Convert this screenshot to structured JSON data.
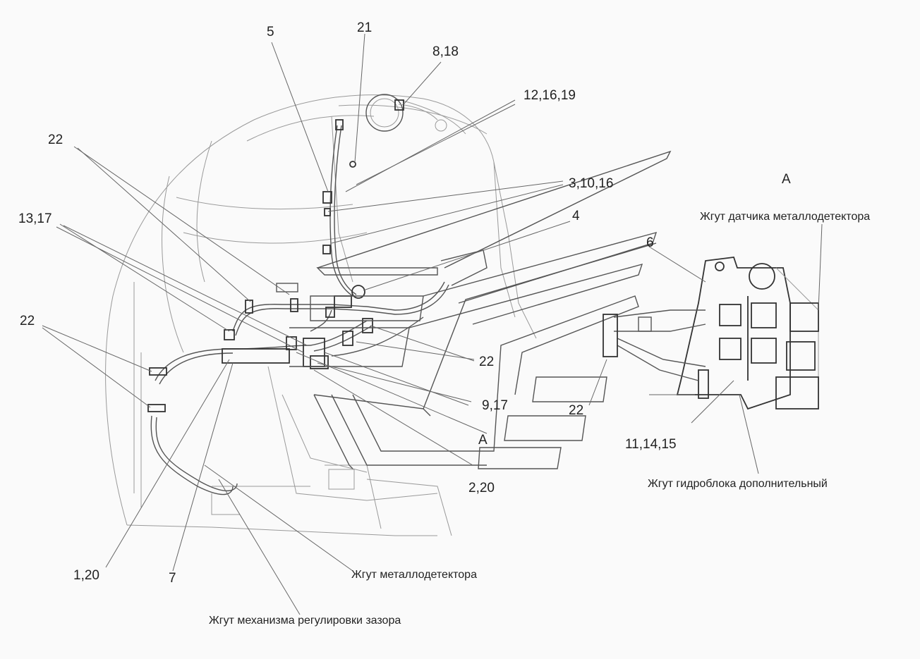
{
  "callouts": {
    "c5": "5",
    "c21": "21",
    "c8_18": "8,18",
    "c12_16_19": "12,16,19",
    "c22_top": "22",
    "c3_10_16": "3,10,16",
    "c13_17": "13,17",
    "c4": "4",
    "c6": "6",
    "c22_left": "22",
    "c22_mid": "22",
    "c9_17": "9,17",
    "c22_right": "22",
    "cA_view": "А",
    "c11_14_15": "11,14,15",
    "c2_20": "2,20",
    "c1_20": "1,20",
    "c7": "7"
  },
  "view_title": "А",
  "labels": {
    "metal_sensor_harness": "Жгут датчика металлодетектора",
    "hydro_block_harness": "Жгут гидроблока дополнительный",
    "metal_detector_harness": "Жгут металлодетектора",
    "gap_mechanism_harness": "Жгут механизма регулировки зазора"
  }
}
